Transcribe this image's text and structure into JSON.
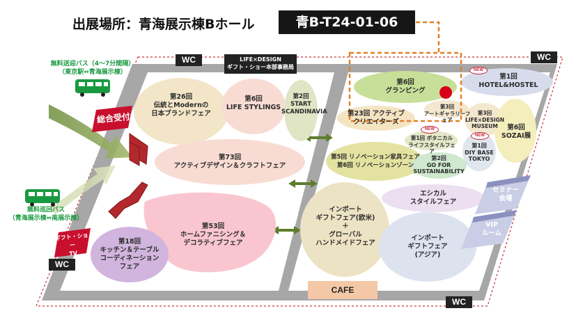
{
  "header": {
    "title": "出展場所：青海展示棟Bホール",
    "booth": "青B-T24-01-06"
  },
  "wc_label": "WC",
  "office_label": "LIFE×DESIGN\nギフト・ショー本部事務局",
  "shuttle_bus": "無料送迎バス（4〜7分間隔）\n（東京駅⇔青海展示棟）",
  "loop_bus": "無料巡回バス\n（青海展示棟⇔南展示棟）",
  "reception": "総合受付",
  "giftshow_tv": "ギフト・ショー\nTV",
  "new_badge": "NEW",
  "cafe": "CAFE",
  "zones": {
    "dentou": "第26回\n伝統とModernの\n日本ブランドフェア",
    "lifestylings": "第6回\nLIFE STYLINGS",
    "scandinavia": "第2回\nSTART\nSCANDINAVIA",
    "active_craft": "第73回\nアクティブデザイン＆クラフトフェア",
    "home_fancy": "第53回\nホームファニシング＆\nデコラティブフェア",
    "kitchen": "第18回\nキッチン＆テーブル\nコーディネーション\nフェア",
    "import_eu": "インポート\nギフトフェア(欧米)\n＋\nグローバル\nハンドメイドフェア",
    "glamping": "第6回\nグランピング",
    "hotel": "第1回\nHOTEL&HOSTEL",
    "active_creators": "第23回 アクティブ\nクリエイターズ",
    "art_gallery": "第3回\nアートギャラリーフェア",
    "lxd_museum": "第3回\nLIFE×DESIGN\nMUSEUM",
    "sozai": "第6回\nSOZAI展",
    "botanical": "第1回 ボタニカル\nライフスタイルフェア",
    "renovation": "第5回 リノベーション家具フェア\n第6回 リノベーションゾーン",
    "diy": "第1回\nDIY BASE\nTOKYO",
    "sustainability": "第2回\nGO FOR\nSUSTAINABILITY",
    "ethical": "エシカル\nスタイルフェア",
    "seminar": "セミナー\n会場",
    "vip": "VIP\nルーム",
    "import_asia": "インポート\nギフトフェア\n(アジア)"
  },
  "colors": {
    "accent_orange": "#e67e22",
    "booth_marker": "#d9001b",
    "reception_red": "#c8102e",
    "bus_green": "#1a9a40"
  }
}
